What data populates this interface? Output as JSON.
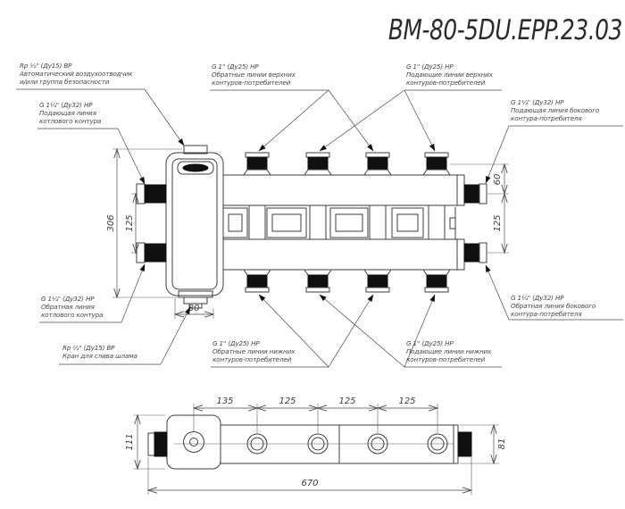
{
  "title": "BM-80-5DU.EPP.23.03",
  "callouts": {
    "vent": {
      "lines": [
        "Rp ½\" (Ду15) ВР",
        "Автоматический воздухоотводчик",
        "и/или группа безопасности"
      ]
    },
    "boiler_supply": {
      "lines": [
        "G 1¼\" (Ду32) НР",
        "Подающая линия",
        "котлового контура"
      ]
    },
    "upper_returns": {
      "lines": [
        "G 1\" (Ду25) НР",
        "Обратные линии верхних",
        "контуров-потребителей"
      ]
    },
    "upper_supplies": {
      "lines": [
        "G 1\" (Ду25) НР",
        "Подающие линии верхних",
        "контуров-потребителей"
      ]
    },
    "side_supply": {
      "lines": [
        "G 1¼\" (Ду32) НР",
        "Подающая линия бокового",
        "контура-потребителя"
      ]
    },
    "boiler_return": {
      "lines": [
        "G 1¼\" (Ду32) НР",
        "Обратная линия",
        "котлового контура"
      ]
    },
    "drain": {
      "lines": [
        "Rp ½\" (Ду15) ВР",
        "Кран для слива шлама"
      ]
    },
    "lower_returns": {
      "lines": [
        "G 1\" (Ду25) НР",
        "Обратные линии нижних",
        "контуров-потребителей"
      ]
    },
    "lower_supplies": {
      "lines": [
        "G 1\" (Ду25) НР",
        "Подающие линии нижних",
        "контуров-потребителей"
      ]
    },
    "side_return": {
      "lines": [
        "G 1¼\" (Ду32) НР",
        "Обратная линия бокового",
        "контура-потребителя"
      ]
    }
  },
  "dimensions": {
    "front_height": "306",
    "front_left_spacing": "125",
    "front_top_offset": "60",
    "front_right_spacing": "125",
    "front_drain_offset": "80",
    "plan_first_spacing": "135",
    "plan_spacing_2": "125",
    "plan_spacing_3": "125",
    "plan_spacing_4": "125",
    "plan_total_length": "670",
    "plan_left_height": "111",
    "plan_body_height": "81"
  },
  "colors": {
    "line": "#3f3f3f",
    "fill_black": "#101010",
    "text": "#474747",
    "title": "#2b2b2b"
  }
}
